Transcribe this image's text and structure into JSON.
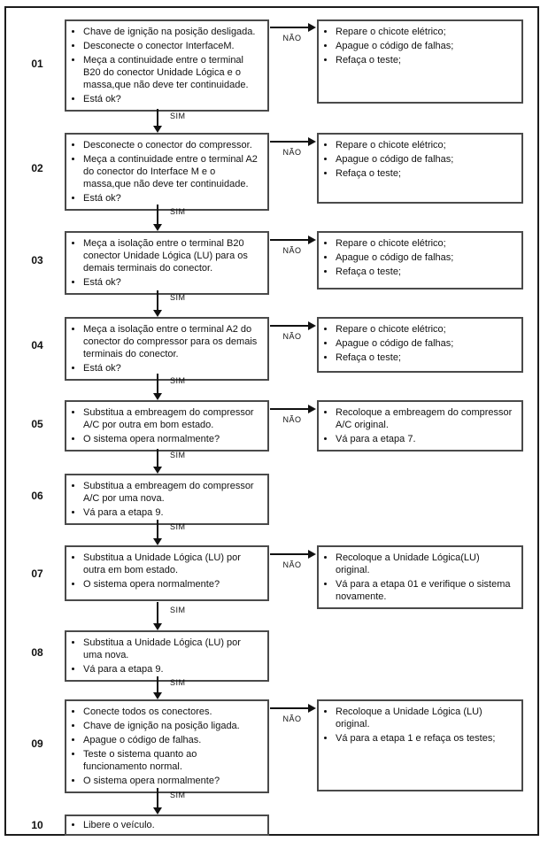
{
  "diagram": {
    "yes_label": "SIM",
    "no_label": "NÃO",
    "steps": [
      {
        "number": "01",
        "main": [
          "Chave de ignição na posição desligada.",
          "Desconecte o conector InterfaceM.",
          "Meça a continuidade entre o terminal B20 do conector Unidade Lógica e o massa,que não deve ter continuidade.",
          "Está ok?"
        ],
        "no_box": [
          "Repare o chicote elétrico;",
          "Apague o código de falhas;",
          "Refaça o teste;"
        ]
      },
      {
        "number": "02",
        "main": [
          "Desconecte o conector do compressor.",
          "Meça a continuidade entre o terminal A2 do conector do Interface M e o massa,que não deve ter continuidade.",
          "Está ok?"
        ],
        "no_box": [
          "Repare o chicote elétrico;",
          "Apague o código de falhas;",
          "Refaça o teste;"
        ]
      },
      {
        "number": "03",
        "main": [
          "Meça a isolação entre o terminal B20 conector Unidade Lógica (LU) para os demais terminais do conector.",
          "Está ok?"
        ],
        "no_box": [
          "Repare o chicote elétrico;",
          "Apague o código de falhas;",
          "Refaça o teste;"
        ]
      },
      {
        "number": "04",
        "main": [
          "Meça a isolação entre o terminal A2 do conector do compressor para os demais terminais do conector.",
          "Está ok?"
        ],
        "no_box": [
          "Repare o chicote elétrico;",
          "Apague o código de falhas;",
          "Refaça o teste;"
        ]
      },
      {
        "number": "05",
        "main": [
          "Substitua a embreagem do compressor A/C por outra em bom estado.",
          "O sistema opera normalmente?"
        ],
        "no_box": [
          "Recoloque a embreagem do compressor A/C original.",
          "Vá para a etapa 7."
        ]
      },
      {
        "number": "06",
        "main": [
          "Substitua a embreagem do compressor A/C por uma nova.",
          "Vá para a etapa 9."
        ]
      },
      {
        "number": "07",
        "main": [
          "Substitua a Unidade Lógica (LU) por outra em bom estado.",
          "O sistema opera normalmente?"
        ],
        "no_box": [
          "Recoloque a Unidade Lógica(LU) original.",
          "Vá para a etapa 01 e verifique o sistema novamente."
        ]
      },
      {
        "number": "08",
        "main": [
          "Substitua a Unidade Lógica (LU) por uma nova.",
          "Vá para a etapa 9."
        ]
      },
      {
        "number": "09",
        "main": [
          "Conecte todos os conectores.",
          "Chave de ignição na posição ligada.",
          "Apague o código de falhas.",
          "Teste o sistema quanto ao funcionamento normal.",
          "O sistema opera normalmente?"
        ],
        "no_box": [
          "Recoloque a Unidade Lógica (LU) original.",
          "Vá para a etapa 1 e refaça os testes;"
        ]
      },
      {
        "number": "10",
        "main": [
          "Libere o veículo."
        ]
      }
    ]
  }
}
